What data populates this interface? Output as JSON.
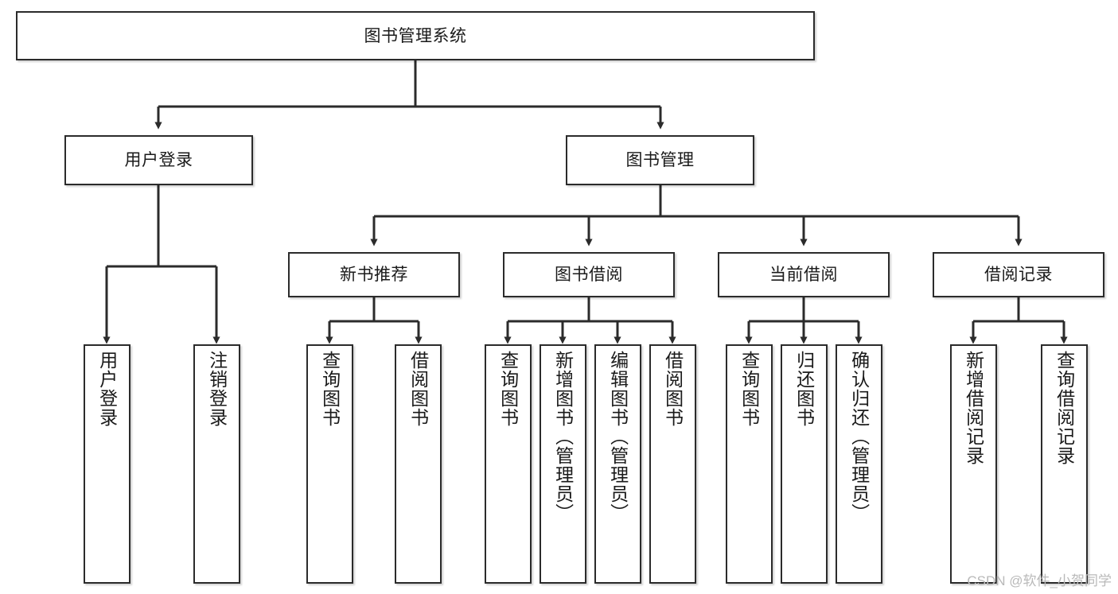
{
  "diagram": {
    "title": "图书管理系统",
    "type": "hierarchy-tree",
    "orientation": "top-down",
    "colors": {
      "box_border": "#2b2b2b",
      "box_fill": "#ffffff",
      "connector": "#2b2b2b",
      "text": "#1a1a1a",
      "watermark": "#b9b9b9",
      "background": "#ffffff"
    },
    "root": {
      "label": "图书管理系统"
    },
    "level2": [
      {
        "id": "user-login",
        "label": "用户登录"
      },
      {
        "id": "book-manage",
        "label": "图书管理"
      }
    ],
    "level3": [
      {
        "id": "new-book-recommend",
        "label": "新书推荐"
      },
      {
        "id": "book-borrow",
        "label": "图书借阅"
      },
      {
        "id": "current-borrow",
        "label": "当前借阅"
      },
      {
        "id": "borrow-record",
        "label": "借阅记录"
      }
    ],
    "leaves": {
      "user_login": [
        {
          "id": "leaf-user-login",
          "label": "用户登录"
        },
        {
          "id": "leaf-logout-login",
          "label": "注销登录"
        }
      ],
      "new_book_recommend": [
        {
          "id": "leaf-query-book-1",
          "label": "查询图书"
        },
        {
          "id": "leaf-borrow-book-1",
          "label": "借阅图书"
        }
      ],
      "book_borrow": [
        {
          "id": "leaf-query-book-2",
          "label": "查询图书"
        },
        {
          "id": "leaf-add-book",
          "label": "新增图书（管理员）"
        },
        {
          "id": "leaf-edit-book",
          "label": "编辑图书（管理员）"
        },
        {
          "id": "leaf-borrow-book-2",
          "label": "借阅图书"
        }
      ],
      "current_borrow": [
        {
          "id": "leaf-query-book-3",
          "label": "查询图书"
        },
        {
          "id": "leaf-return-book",
          "label": "归还图书"
        },
        {
          "id": "leaf-confirm-return",
          "label": "确认归还（管理员）"
        }
      ],
      "borrow_record": [
        {
          "id": "leaf-add-record",
          "label": "新增借阅记录"
        },
        {
          "id": "leaf-query-record",
          "label": "查询借阅记录"
        }
      ]
    },
    "watermark": "CSDN @软件_小贺同学"
  }
}
